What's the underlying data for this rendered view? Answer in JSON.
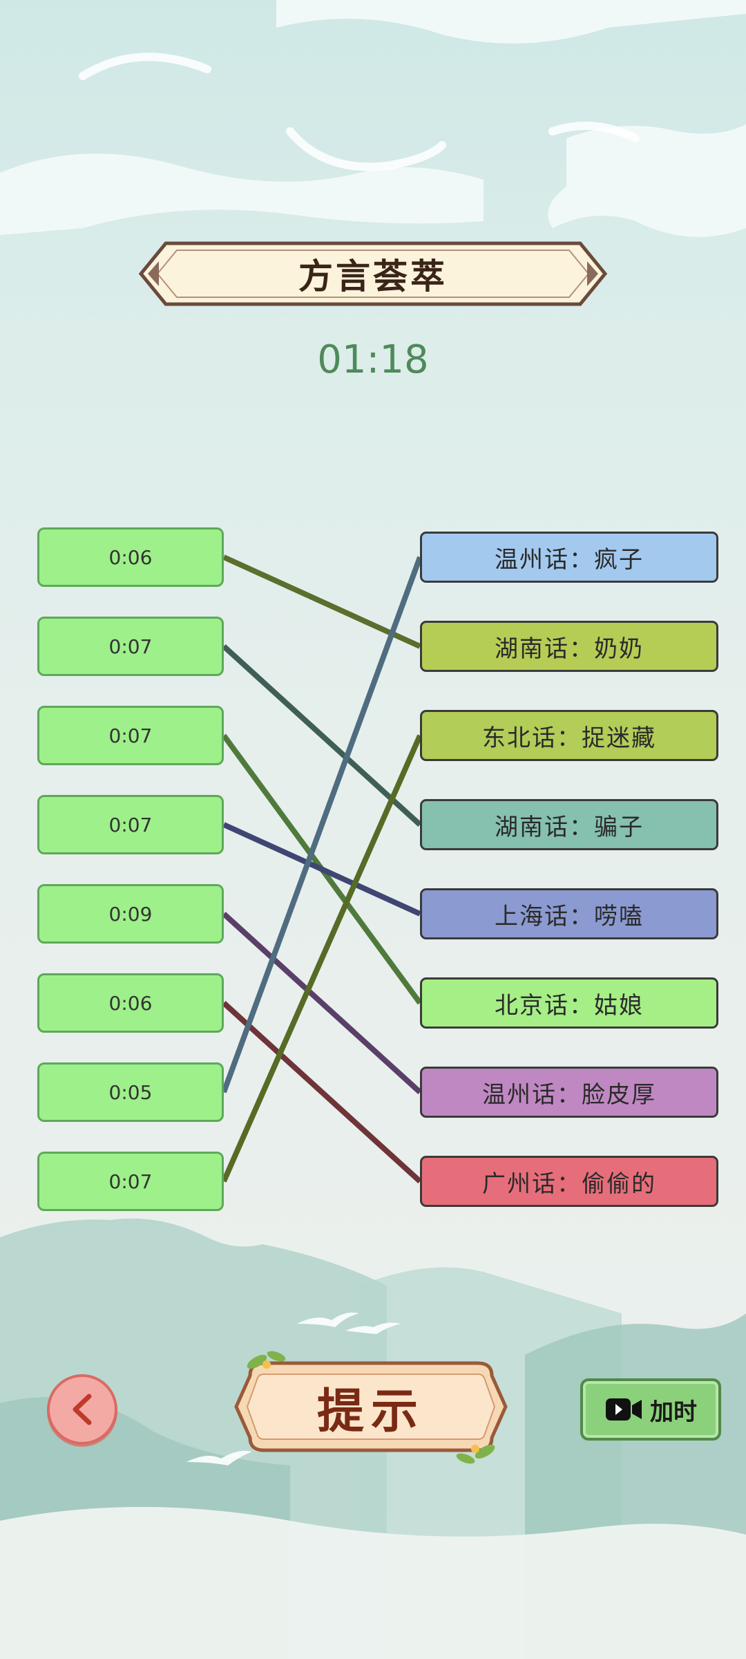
{
  "title": "方言荟萃",
  "timer": "01:18",
  "left_items": [
    "0:06",
    "0:07",
    "0:07",
    "0:07",
    "0:09",
    "0:06",
    "0:05",
    "0:07"
  ],
  "right_items": [
    {
      "label": "温州话：疯子",
      "color": "#a3c9ef"
    },
    {
      "label": "湖南话：奶奶",
      "color": "#b5cd55"
    },
    {
      "label": "东北话：捉迷藏",
      "color": "#b2cd58"
    },
    {
      "label": "湖南话：骗子",
      "color": "#86c0af"
    },
    {
      "label": "上海话：唠嗑",
      "color": "#8b9ad0"
    },
    {
      "label": "北京话：姑娘",
      "color": "#a6ee86"
    },
    {
      "label": "温州话：脸皮厚",
      "color": "#c088c2"
    },
    {
      "label": "广州话：偷偷的",
      "color": "#e66e7a"
    }
  ],
  "connections": [
    {
      "from": 0,
      "to": 1,
      "color": "#5b6e2e"
    },
    {
      "from": 1,
      "to": 3,
      "color": "#3f5f56"
    },
    {
      "from": 2,
      "to": 5,
      "color": "#4f7a3c"
    },
    {
      "from": 3,
      "to": 4,
      "color": "#3f4673"
    },
    {
      "from": 4,
      "to": 6,
      "color": "#5a3f68"
    },
    {
      "from": 5,
      "to": 7,
      "color": "#6e3438"
    },
    {
      "from": 6,
      "to": 0,
      "color": "#4f6c80"
    },
    {
      "from": 7,
      "to": 2,
      "color": "#566b25"
    }
  ],
  "buttons": {
    "back_icon": "chevron-left-icon",
    "hint_label": "提示",
    "add_time_label": "加时",
    "add_time_icon": "video-camera-icon"
  }
}
